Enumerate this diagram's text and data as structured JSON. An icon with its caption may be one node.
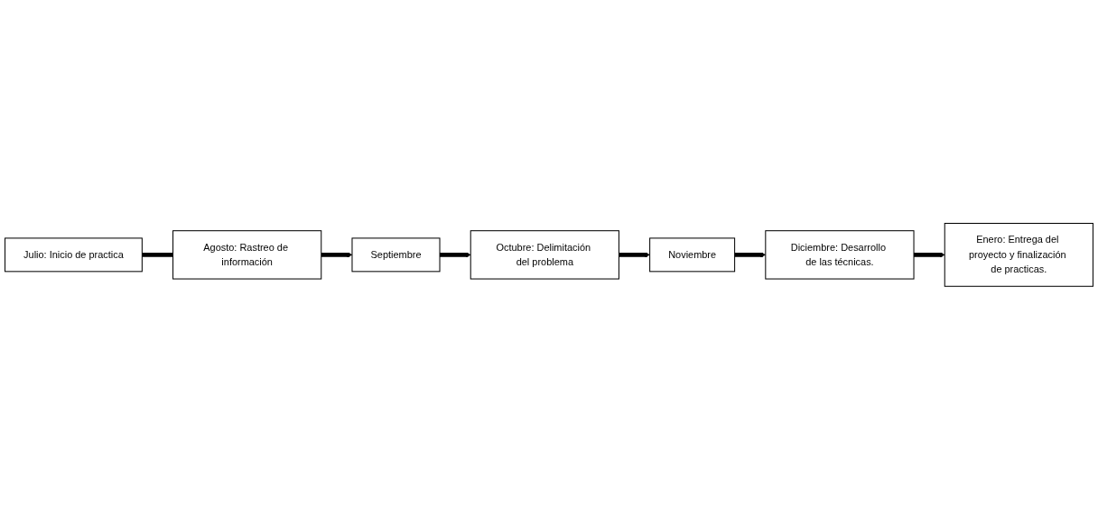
{
  "diagram": {
    "nodes": [
      {
        "text": [
          "Julio: Inicio de practica"
        ]
      },
      {
        "text": [
          "Agosto: Rastreo de información"
        ]
      },
      {
        "text": [
          "Septiembre"
        ]
      },
      {
        "text": [
          "Octubre: Delimitación del problema"
        ]
      },
      {
        "text": [
          "Noviembre"
        ]
      },
      {
        "text": [
          "Diciembre: Desarrollo de las técnicas."
        ]
      },
      {
        "text": [
          "Enero: Entrega del proyecto y finalización de practicas."
        ]
      }
    ],
    "edges": [
      {
        "from": 0,
        "to": 1,
        "arrow": "none"
      },
      {
        "from": 1,
        "to": 2,
        "arrow": "to"
      },
      {
        "from": 2,
        "to": 3,
        "arrow": "to"
      },
      {
        "from": 3,
        "to": 4,
        "arrow": "to"
      },
      {
        "from": 4,
        "to": 5,
        "arrow": "to"
      },
      {
        "from": 5,
        "to": 6,
        "arrow": "to"
      }
    ]
  }
}
